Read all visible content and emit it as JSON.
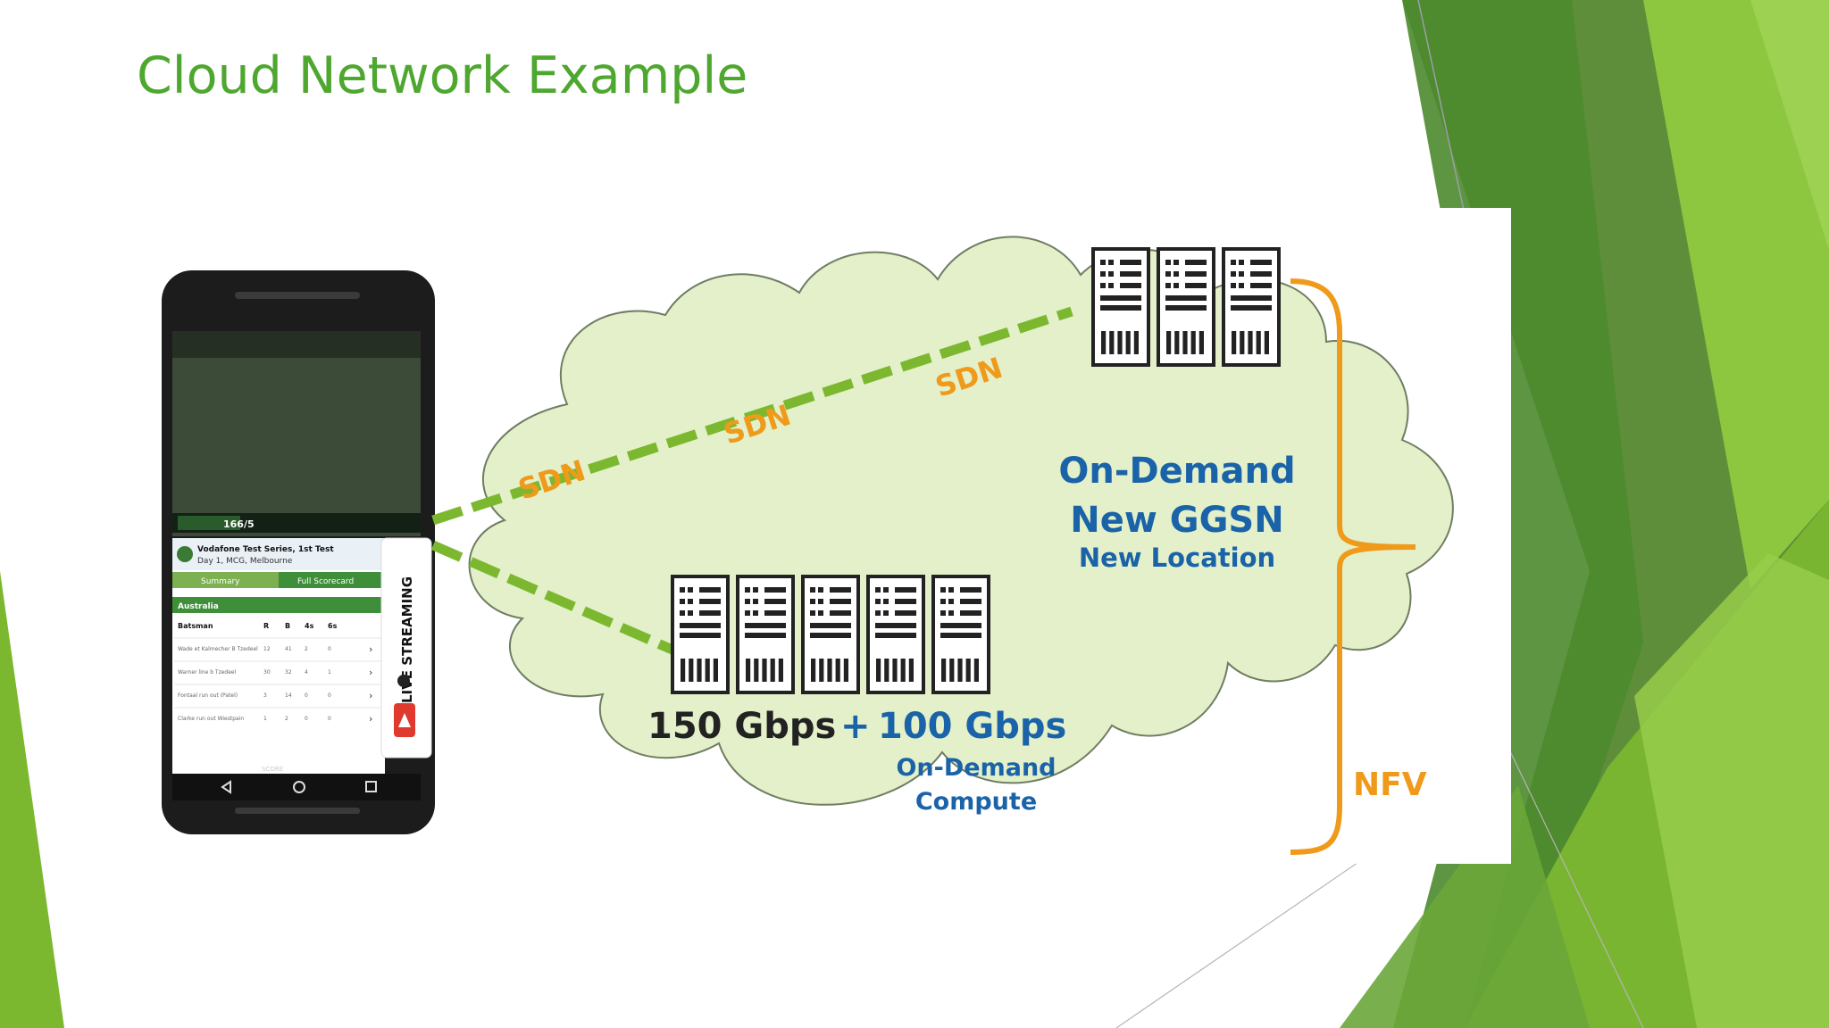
{
  "slide": {
    "title": "Cloud Network Example",
    "accent_color": "#4ea72e"
  },
  "diagram": {
    "sdn_labels": [
      "SDN",
      "SDN",
      "SDN"
    ],
    "ggsn": {
      "line1": "On-Demand",
      "line2": "New GGSN",
      "line3": "New Location"
    },
    "compute": {
      "base": "150 Gbps",
      "plus": "+",
      "extra": "100 Gbps",
      "caption1": "On-Demand",
      "caption2": "Compute"
    },
    "nfv_label": "NFV",
    "colors": {
      "cloud_fill": "#e3f0c9",
      "cloud_stroke": "#7c8a6e",
      "sdn_orange": "#ef9a1a",
      "dash_green": "#7cb82f",
      "blue_text": "#1a63a8",
      "dark_text": "#222222"
    }
  },
  "phone": {
    "match_title": "Vodafone Test Series, 1st Test",
    "match_subtitle": "Day 1, MCG, Melbourne",
    "tab_summary": "Summary",
    "tab_scorecard": "Full Scorecard",
    "team": "Australia",
    "columns": [
      "Batsman",
      "R",
      "B",
      "4s",
      "6s"
    ],
    "rows": [
      {
        "name": "Wade et Kalmecher B Tzedeel",
        "r": "12",
        "b": "41",
        "fours": "2",
        "sixes": "0"
      },
      {
        "name": "Warner line b Tzedeel",
        "r": "30",
        "b": "32",
        "fours": "4",
        "sixes": "1"
      },
      {
        "name": "Fontaal run out (Patel)",
        "r": "3",
        "b": "14",
        "fours": "0",
        "sixes": "0"
      },
      {
        "name": "Clarke run out Wiestpain",
        "r": "1",
        "b": "2",
        "fours": "0",
        "sixes": "0"
      }
    ],
    "score_tab": "SCORE",
    "score_badge": "166/5",
    "live_label": "LIVE STREAMING"
  }
}
